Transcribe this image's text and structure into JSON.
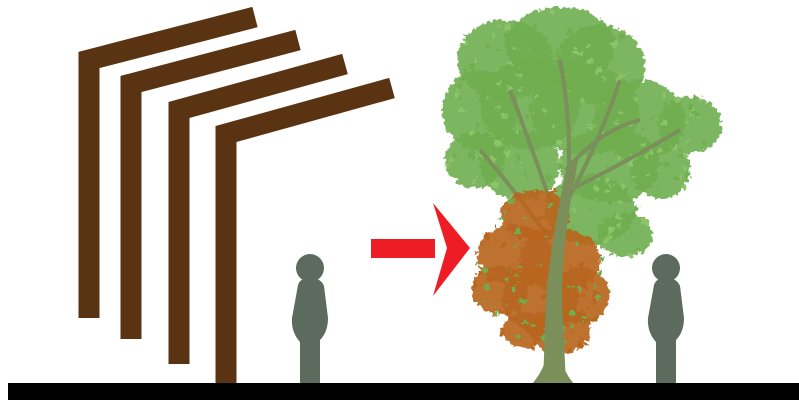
{
  "colors": {
    "background": "#ffffff",
    "ground": "#000000",
    "stick": "#5a3412",
    "person": "#5c6b5d",
    "arrow": "#ee1c24",
    "foliage_green": "#6fae4f",
    "foliage_green_light": "#8cc46a",
    "foliage_orange": "#b9651f",
    "trunk": "#7b8f5a"
  },
  "elements": {
    "bent_sticks": {
      "count": 4,
      "icon": "bent-stick-shape"
    },
    "people": {
      "count": 2,
      "icon": "person-silhouette"
    },
    "arrow": {
      "icon": "right-arrow",
      "direction": "right"
    },
    "tree": {
      "icon": "tree",
      "crown_colors": [
        "green",
        "orange"
      ]
    }
  }
}
